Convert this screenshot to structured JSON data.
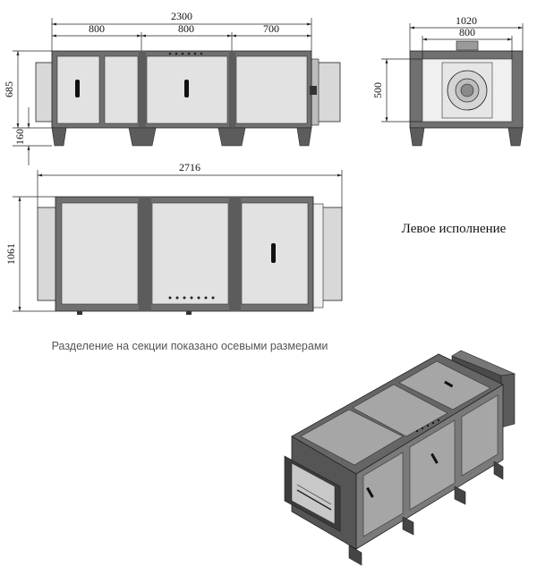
{
  "front_view": {
    "total_width": "2300",
    "section_1": "800",
    "section_2": "800",
    "section_3": "700",
    "height": "685",
    "leg_height": "160"
  },
  "side_view": {
    "total_width": "1020",
    "inner_width": "800",
    "height": "500"
  },
  "top_view": {
    "total_length": "2716",
    "depth": "1061"
  },
  "caption": "Левое исполнение",
  "note": "Разделение на секции показано осевыми размерами",
  "colors": {
    "frame": "#707070",
    "panel": "#e2e2e2",
    "panel_dark": "#cfcfcf",
    "line": "#222222"
  }
}
